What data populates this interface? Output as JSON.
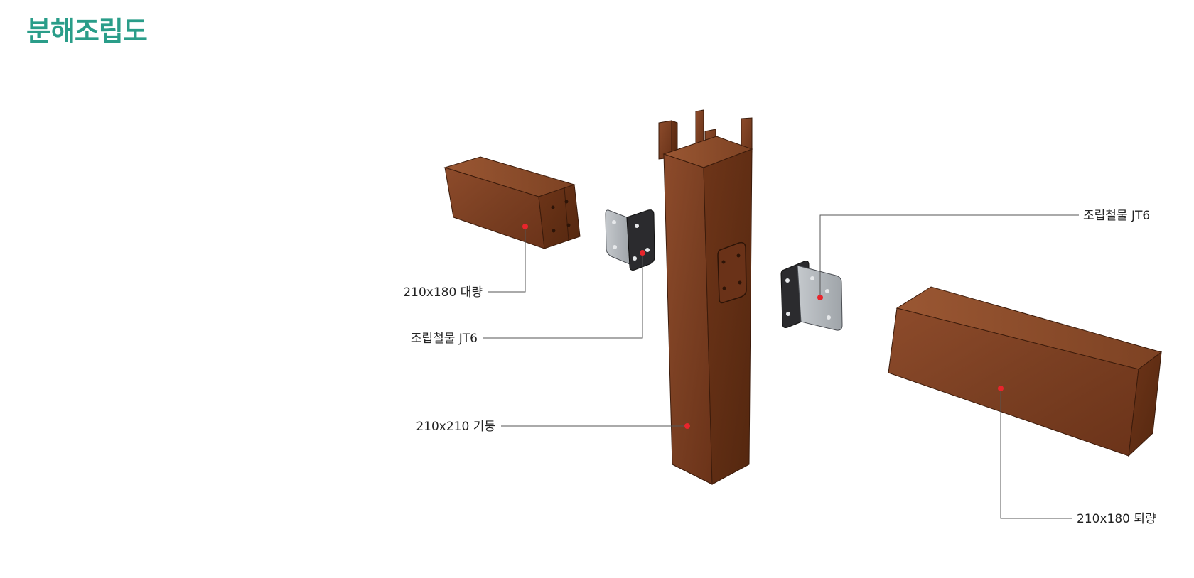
{
  "page": {
    "title": "분해조립도"
  },
  "colors": {
    "title": "#2a9d89",
    "wood_light": "#8a4a2b",
    "wood_mid": "#73391f",
    "wood_dark": "#5a2b16",
    "steel_light": "#b8bcc0",
    "steel_dark": "#2b2b2e",
    "marker": "#e8252c",
    "leader": "#555555"
  },
  "parts": [
    {
      "id": "left-beam",
      "label": "210x180 대량"
    },
    {
      "id": "left-plate",
      "label": "조립철물 JT6"
    },
    {
      "id": "post",
      "label": "210x210 기둥"
    },
    {
      "id": "right-plate",
      "label": "조립철물 JT6"
    },
    {
      "id": "right-beam",
      "label": "210x180 퇴량"
    }
  ]
}
